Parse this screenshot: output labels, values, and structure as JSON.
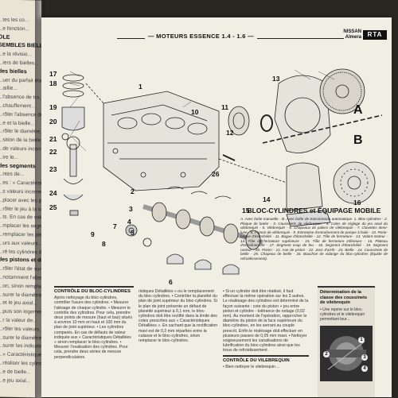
{
  "header": {
    "running_title": "— MOTEURS ESSENCE 1.4 - 1.6 —",
    "brand_line1": "NISSAN",
    "brand_line2": "Almera",
    "logo": "RTA"
  },
  "left_page": {
    "lines": [
      "...tes les co...",
      "...e fonction...",
      "OLE",
      "SEMBLES BIELLE",
      "...e la révisio...",
      "...iers de bielles...",
      "des bielles",
      "...uer du parfait état...",
      "...aillie...",
      "...l'absence de tra...",
      "...chauffement...",
      "...rôler l'absence de...",
      "...e et la bielle...",
      "...rôler le diamètre...",
      "...sition de la bielle...",
      "...de valeurs incorrectes...",
      "...ire le...",
      "des segments",
      "...ntes de...",
      "...es : « Caractérist...",
      "...s valeurs incorrect...",
      "...placer avec les pistons...",
      "...rôler le jeu à la co...",
      "...ts. En cas de valeur...",
      "...mplacer les segm...",
      "...remplacer les pis...",
      "...urs aux valeurs...",
      "...ré les cylindres do...",
      "des pistons et des axes",
      "...rôler l'état de surface de...",
      "...notamment l'absence...",
      "...on, sinon remplacer l'ensemble...",
      "...surer le diamètre du piston...",
      "...et le jeu axial...",
      "...puis son logement...",
      "...r la valeur de...",
      "...rôler les valeurs...",
      "...surer le diamètre des...",
      "...surer les indications...",
      "...« Caractéristiques...",
      "...réaliser les cylindres...",
      "...e de bielle...",
      "...e jeu axial..."
    ]
  },
  "diagram": {
    "callouts": [
      "17",
      "18",
      "19",
      "20",
      "21",
      "22",
      "23",
      "24",
      "25",
      "1",
      "2",
      "3",
      "4",
      "5",
      "6",
      "7",
      "8",
      "9",
      "10",
      "11",
      "12",
      "13",
      "14",
      "15",
      "16",
      "26"
    ],
    "section_labels": [
      "A",
      "B"
    ]
  },
  "caption": {
    "title": "BLOC-CYLINDRES et ÉQUIPAGE MOBILE",
    "text": "A. Avec boîte manuelle - B. Avec boîte de transmission automatique. 1. Bloc-cylindres - 2. Plaque de butée - 3. Coussinets de vilebrequin - 4. Cales de réglage du jeu axial du vilebrequin - 5. Vilebrequin - 6. Chapeaux de paliers de vilebrequin - 7. Clavettes demi-lune - 8. Pignon de vilebrequin - 9. Entretoise d'entraînement de pompe à huile - 10. Porte-bague d'étanchéité - 11. Bague d'étanchéité - 12. Tôle de fermeture - 13. Volant moteur - 14. Tôle de fermeture supérieure - 15. Tôle de fermeture inférieure - 16. Plateau d'entraînement - 17. Segment coup de feu - 18. Segment d'étanchéité - 19. Segment racleur - 20. Piston - 21. Axe de piston - 22. Jonc d'arrêt - 23. Bielle - 24. Coussinets de bielle - 25. Chapeau de bielle - 26. Bouchon de vidange du bloc-cylindres (liquide de refroidissement)."
  },
  "columns": {
    "col1_title": "CONTRÔLE DU BLOC-CYLINDRES",
    "col1_text": "Après nettoyage du bloc-cylindres, contrôler l'usure des cylindres. • Mesurer l'alésage de chaque cylindre. • Mesurer le contrôle des cylindres. Pour cela, prendre deux points de mesure (haut et bas) situés à environ 10 mm en haut et 100 mm du plan de joint supérieur. • Les cylindres comparés. En cas de défauts de valeur indiquée aux « Caractéristiques Détaillées » sinon remplacer le bloc-cylindres. • Mesurer l'ovalisation des cylindres. Pour cela, prendre deux séries de mesure perpendiculaires.",
    "col2_text": "ristiques Détaillées » ou le remplacement du bloc-cylindres. • Contrôler la planéité du plan de joint supérieur du bloc-cylindres. Si le plan de joint présente un défaut de planéité supérieur à 0,1 mm, le bloc-cylindres doit être rectifié dans la limite des cotes prescrites aux « Caractéristiques Détaillées ». En sachant que la rectification maxi est de 0,2 mm réparties entre la culasse et le bloc-cylindres, sinon remplacer le bloc-cylindres.",
    "col3_text": "• Si un cylindre doit être réalésé, il faut effectuer la même opération sur les 3 autres. Le réalésage des cylindres est déterminé de la façon suivante : cote du piston + jeu entre piston et cylindre - tolérance de rodage (0,02 mm). Au moment de l'opération, rapprocher le diamètre du piston de la face supérieure du bloc-cylindres, en les serrant au couple prescrit. Enfin le réalésage doit effectuer en plusieurs passes de 0,05 mm maxi. • Nettoyer soigneusement les canalisations de lubrification du bloc-cylindres ainsi que les trous de refroidissement.",
    "col3_sub_title": "CONTRÔLE DU VILEBREQUIN",
    "col3_sub_text": "• Bien nettoyer le vilebrequin ..."
  },
  "sidebox": {
    "title": "Détermination de la classe des coussinets de vilebrequin",
    "text": "• Une repère sur le bloc-cylindres et le vilebrequin permettant leur...",
    "photo_callouts": [
      "1",
      "2",
      "3",
      "4"
    ]
  },
  "colors": {
    "page": "#f1eee4",
    "ink": "#111111",
    "background": "#2a2622"
  }
}
